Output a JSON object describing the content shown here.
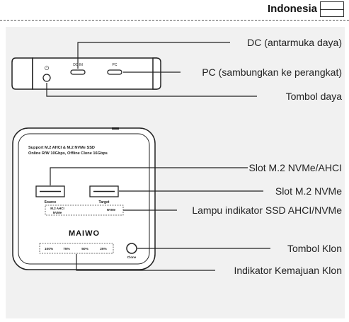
{
  "header": {
    "language": "Indonesia"
  },
  "side_view": {
    "port_dc_label": "DC IN",
    "port_pc_label": "PC",
    "power_symbol": "⏻"
  },
  "front_view": {
    "support_line_1": "Support M.2 AHCI & M.2 NVMe SSD",
    "support_line_2": "Online R/W 10Gbps, Offline Clone 16Gbps",
    "source_label": "Source",
    "source_sub_1": "M.2 AHCI",
    "source_sub_2": "NVMe",
    "target_label": "Target",
    "target_sub": "NVMe",
    "brand": "MAIWO",
    "progress_steps": [
      "100%",
      "75%",
      "50%",
      "25%"
    ],
    "clone_label": "Clone"
  },
  "callouts": {
    "dc": "DC (antarmuka daya)",
    "pc": "PC (sambungkan ke perangkat)",
    "power": "Tombol daya",
    "slot_nvme_ahci": "Slot M.2 NVMe/AHCI",
    "slot_nvme": "Slot M.2 NVMe",
    "indicator_lamp": "Lampu indikator SSD AHCI/NVMe",
    "clone_button": "Tombol Klon",
    "clone_progress": "Indikator Kemajuan Klon"
  }
}
